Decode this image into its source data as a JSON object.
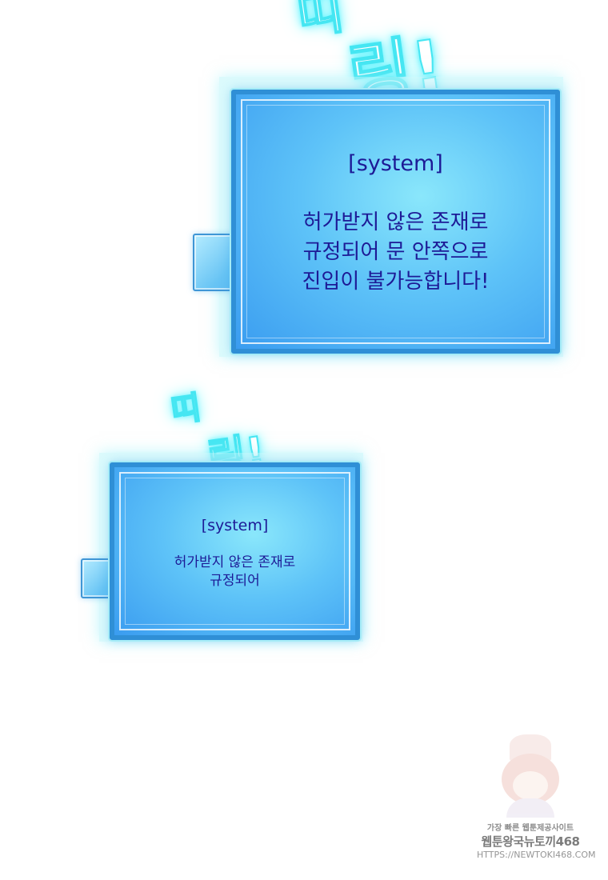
{
  "sfx": {
    "top": {
      "part1": "띠",
      "part2": "링!"
    },
    "bottom": {
      "part1": "띠",
      "part2": "링!"
    }
  },
  "panels": [
    {
      "title": "[system]",
      "lines": [
        "허가받지 않은 존재로",
        "규정되어 문 안쪽으로",
        "진입이 불가능합니다!"
      ]
    },
    {
      "title": "[system]",
      "lines": [
        "허가받지 않은 존재로",
        "규정되어"
      ]
    }
  ],
  "watermark": {
    "line1": "가장 빠른 웹툰제공사이트",
    "line2": "웹툰왕국뉴토끼468",
    "line3": "HTTPS://NEWTOKI468.COM"
  },
  "colors": {
    "panel_text": "#1d1a96",
    "panel_border": "#2f8fd6",
    "sfx_glow": "#45e6f2"
  }
}
